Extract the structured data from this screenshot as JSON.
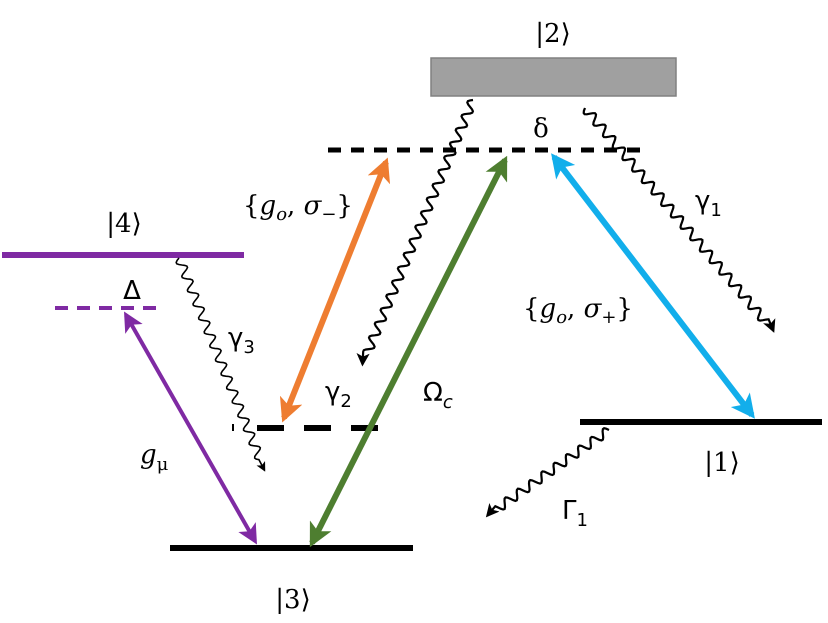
{
  "colors": {
    "black": "#000000",
    "purple": "#7f2aa3",
    "orange": "#ee7d31",
    "green": "#4e7e30",
    "cyan": "#12aeeb",
    "grey_box": "#a0a0a0",
    "grey_border": "#808080"
  },
  "levels": {
    "state2": "|2⟩",
    "state4": "|4⟩",
    "state3": "|3⟩",
    "state1": "|1⟩"
  },
  "detunings": {
    "delta_small": "δ",
    "delta_large": "Δ"
  },
  "decays": {
    "gamma1": "γ",
    "gamma1_sub": "1",
    "gamma2": "γ",
    "gamma2_sub": "2",
    "gamma3": "γ",
    "gamma3_sub": "3",
    "Gamma1": "Γ",
    "Gamma1_sub": "1"
  },
  "couplings": {
    "sigma_minus_open": "{",
    "sigma_minus_g": "g",
    "sigma_minus_g_sub": "o",
    "sigma_minus_comma": ", ",
    "sigma_minus_sigma": "σ",
    "sigma_minus_sub": "−",
    "sigma_minus_close": "}",
    "sigma_plus_open": "{",
    "sigma_plus_g": "g",
    "sigma_plus_g_sub": "o",
    "sigma_plus_comma": ", ",
    "sigma_plus_sigma": "σ",
    "sigma_plus_sub": "+",
    "sigma_plus_close": "}",
    "control": "Ω",
    "control_sub": "c",
    "probe": "g",
    "probe_sub": "μ"
  }
}
